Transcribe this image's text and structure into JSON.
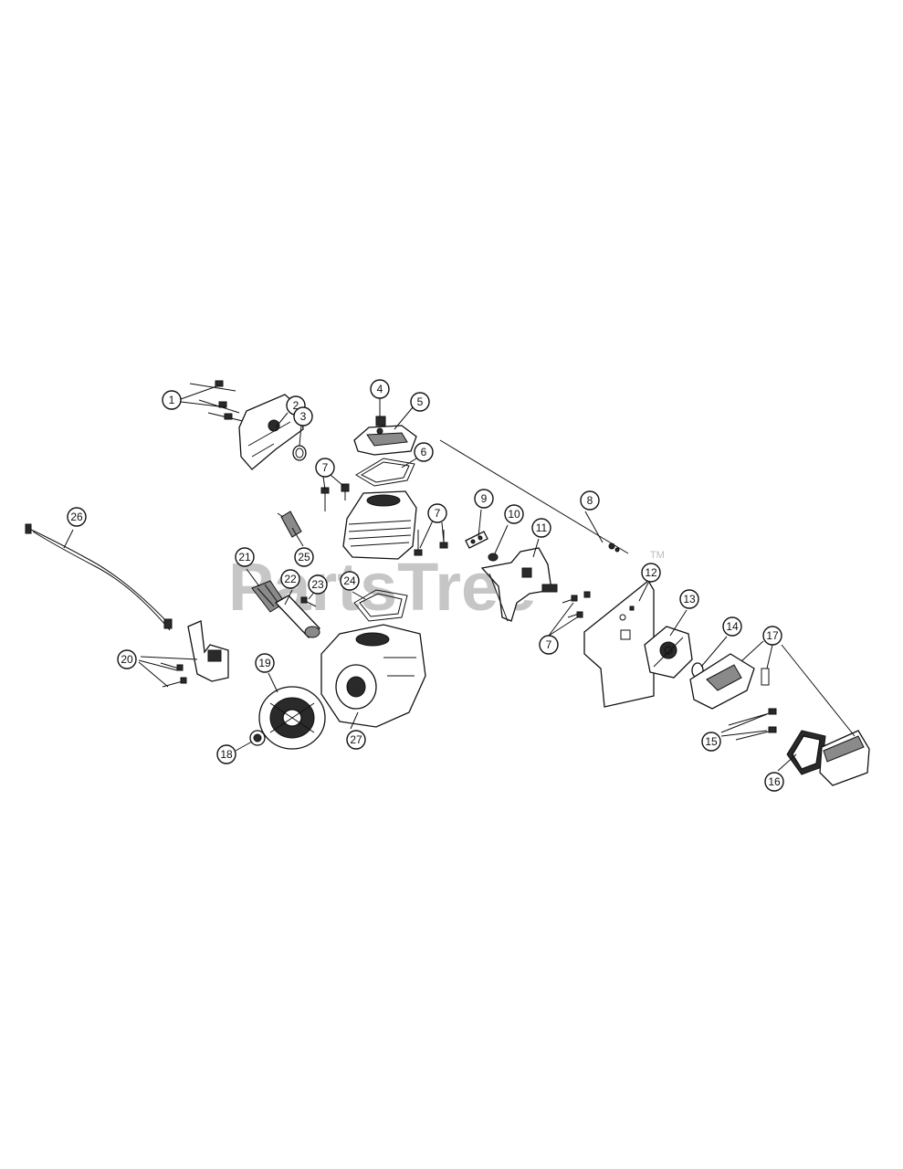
{
  "watermark": {
    "text": "PartsTree",
    "trademark": "TM"
  },
  "callouts": [
    "1",
    "2",
    "3",
    "4",
    "5",
    "6",
    "7",
    "7",
    "7",
    "8",
    "9",
    "10",
    "11",
    "12",
    "13",
    "14",
    "15",
    "16",
    "17",
    "18",
    "19",
    "20",
    "21",
    "22",
    "23",
    "24",
    "25",
    "26",
    "27"
  ]
}
